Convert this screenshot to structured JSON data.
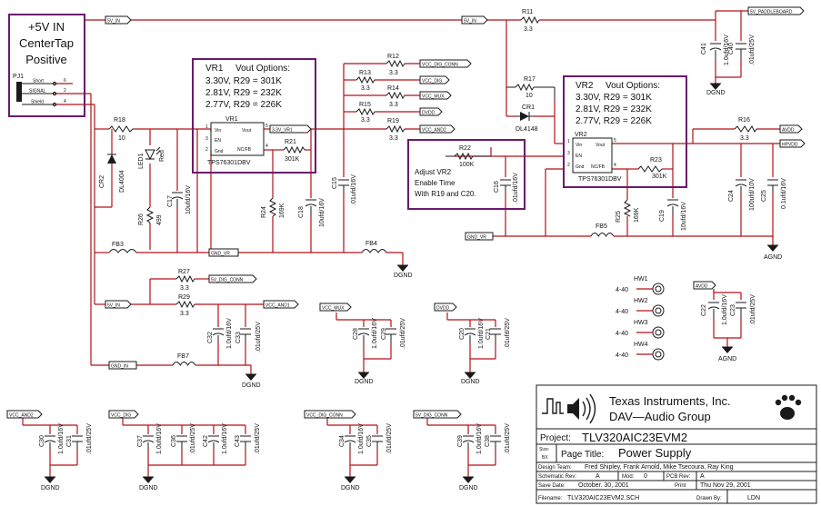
{
  "nets": {
    "v5_in": "5V_IN",
    "v5_paddleboard": "5V_PADDLEBOARD",
    "vcc_dig_conn": "VCC_DIG_CONN",
    "vcc_dig": "VCC_DIG",
    "vcc_mux": "VCC_MUX",
    "dvdd": "DVDD",
    "vcc_and2": "VCC_AND2",
    "v33_vr1": "3.3V_VR1",
    "gnd_vr": "GND_VR",
    "avdd": "AVDD",
    "hpvdd": "HPVDD",
    "v5_dig_conn": "5V_DIG_CONN",
    "vcc_and1": "VCC_AND1",
    "gnd_in": "GND_IN",
    "dgnd": "DGND",
    "agnd": "AGND"
  },
  "boxes": {
    "input": {
      "title_line1": "+5V IN",
      "title_line2": "CenterTap",
      "title_line3": "Positive",
      "ref": "PJ1",
      "pin_short": "Short",
      "pin_signal": "SIGNAL",
      "pin_shield": "Shield",
      "pin_n6": "6",
      "pin_n2": "2",
      "pin_n4": "4"
    },
    "vr1": {
      "name": "VR1",
      "title": "Vout Options:",
      "opt1": "3.30V, R29 = 301K",
      "opt2": "2.81V, R29 = 232K",
      "opt3": "2.77V, R29 = 226K",
      "ref": "VR1",
      "part": "TPS76301DBV"
    },
    "vr2": {
      "name": "VR2",
      "title": "Vout Options:",
      "opt1": "3.30V, R29 = 301K",
      "opt2": "2.81V, R29 = 232K",
      "opt3": "2.77V, R29 = 226K",
      "ref": "VR2",
      "part": "TPS76301DBV"
    },
    "note": {
      "line1": "Adjust VR2",
      "line2": "Enable Time",
      "line3": "With R19 and C20."
    }
  },
  "ic_pins": {
    "vin": "Vin",
    "en": "EN",
    "gnd": "Gnd",
    "vout": "Vout",
    "ncfb": "NC/FB",
    "p1": "1",
    "p3": "3",
    "p2": "2",
    "p5": "5",
    "p4": "4"
  },
  "components": {
    "R11": {
      "ref": "R11",
      "value": "3.3"
    },
    "R12": {
      "ref": "R12",
      "value": "3.3"
    },
    "R13": {
      "ref": "R13",
      "value": "3.3"
    },
    "R14": {
      "ref": "R14",
      "value": "3.3"
    },
    "R15": {
      "ref": "R15",
      "value": "3.3"
    },
    "R16": {
      "ref": "R16",
      "value": "3.3"
    },
    "R17": {
      "ref": "R17",
      "value": "10"
    },
    "R18": {
      "ref": "R18",
      "value": "10"
    },
    "R19": {
      "ref": "R19",
      "value": "3.3"
    },
    "R21": {
      "ref": "R21",
      "value": "301K"
    },
    "R22": {
      "ref": "R22",
      "value": "100K"
    },
    "R23": {
      "ref": "R23",
      "value": "301K"
    },
    "R24": {
      "ref": "R24",
      "value": "169K"
    },
    "R25": {
      "ref": "R25",
      "value": "169K"
    },
    "R26": {
      "ref": "R26",
      "value": "499"
    },
    "R27": {
      "ref": "R27",
      "value": "3.3"
    },
    "R29": {
      "ref": "R29",
      "value": "3.3"
    },
    "CR1": {
      "ref": "CR1",
      "value": "DL4148"
    },
    "CR2": {
      "ref": "CR2",
      "value": "DL4004"
    },
    "LED1": {
      "ref": "LED1",
      "value": "Red"
    },
    "FB3": {
      "ref": "FB3"
    },
    "FB4": {
      "ref": "FB4"
    },
    "FB5": {
      "ref": "FB5"
    },
    "FB7": {
      "ref": "FB7"
    },
    "C15": {
      "ref": "C15",
      "value": ".01ufd/16V"
    },
    "C16": {
      "ref": "C16",
      "value": ".01ufd/16V"
    },
    "C17": {
      "ref": "C17",
      "value": "10ufd/16V"
    },
    "C18": {
      "ref": "C18",
      "value": "10ufd/16V"
    },
    "C19": {
      "ref": "C19",
      "value": "10ufd/16V"
    },
    "C20": {
      "ref": "C20",
      "value": "1.0ufd/16V"
    },
    "C21": {
      "ref": "C21",
      "value": ".01ufd/25V"
    },
    "C22": {
      "ref": "C22",
      "value": "1.0ufd/16V"
    },
    "C23": {
      "ref": "C23",
      "value": ".01ufd/25V"
    },
    "C24": {
      "ref": "C24",
      "value": "100ufd/10V"
    },
    "C25": {
      "ref": "C25",
      "value": "0.1ufd/16V"
    },
    "C28": {
      "ref": "C28",
      "value": "1.0ufd/16V"
    },
    "C29": {
      "ref": "C29",
      "value": ".01ufd/25V"
    },
    "C30": {
      "ref": "C30",
      "value": "1.0ufd/16V"
    },
    "C31": {
      "ref": "C31",
      "value": ".01ufd/25V"
    },
    "C32": {
      "ref": "C32",
      "value": "1.0ufd/16V"
    },
    "C33": {
      "ref": "C33",
      "value": ".01ufd/25V"
    },
    "C34": {
      "ref": "C34",
      "value": "1.0ufd/16V"
    },
    "C35": {
      "ref": "C35",
      "value": ".01ufd/25V"
    },
    "C36": {
      "ref": "C36",
      "value": ".01ufd/25V"
    },
    "C37": {
      "ref": "C37",
      "value": "1.0ufd/16V"
    },
    "C38": {
      "ref": "C38",
      "value": ".01ufd/25V"
    },
    "C39": {
      "ref": "C39",
      "value": "1.0ufd/16V"
    },
    "C40": {
      "ref": "C40",
      "value": ".01ufd/25V"
    },
    "C41": {
      "ref": "C41",
      "value": "1.0ufd/16V"
    },
    "C42": {
      "ref": "C42",
      "value": "1.0ufd/16V"
    },
    "C43": {
      "ref": "C43",
      "value": ".01ufd/25V"
    },
    "HW1": {
      "ref": "HW1",
      "value": "4-40"
    },
    "HW2": {
      "ref": "HW2",
      "value": "4-40"
    },
    "HW3": {
      "ref": "HW3",
      "value": "4-40"
    },
    "HW4": {
      "ref": "HW4",
      "value": "4-40"
    }
  },
  "title_block": {
    "company": "Texas Instruments, Inc.",
    "group": "DAV—Audio Group",
    "project_label": "Project:",
    "project_value": "TLV320AIC23EVM2",
    "size_label": "Size:",
    "size_value": "BX",
    "page_title_label": "Page Title:",
    "page_title_value": "Power Supply",
    "design_team_label": "Design Team:",
    "design_team_value": "Fred Shipley, Frank Arnold, Mike Tsecoura, Ray King",
    "schematic_rev_label": "Schematic Rev:",
    "schematic_rev_value": "A",
    "mod_label": "Mod:",
    "mod_value": "0",
    "pcb_rev_label": "PCB Rev:",
    "pcb_rev_value": "A",
    "save_date_label": "Save Date:",
    "save_date_value": "October. 30, 2001",
    "print_label": "Print",
    "print_value": "Thu Nov 29, 2001",
    "filename_label": "Filename:",
    "filename_value": "TLV320AIC23EVM2.SCH",
    "drawn_label": "Drawn By:",
    "drawn_value": "LDN"
  }
}
